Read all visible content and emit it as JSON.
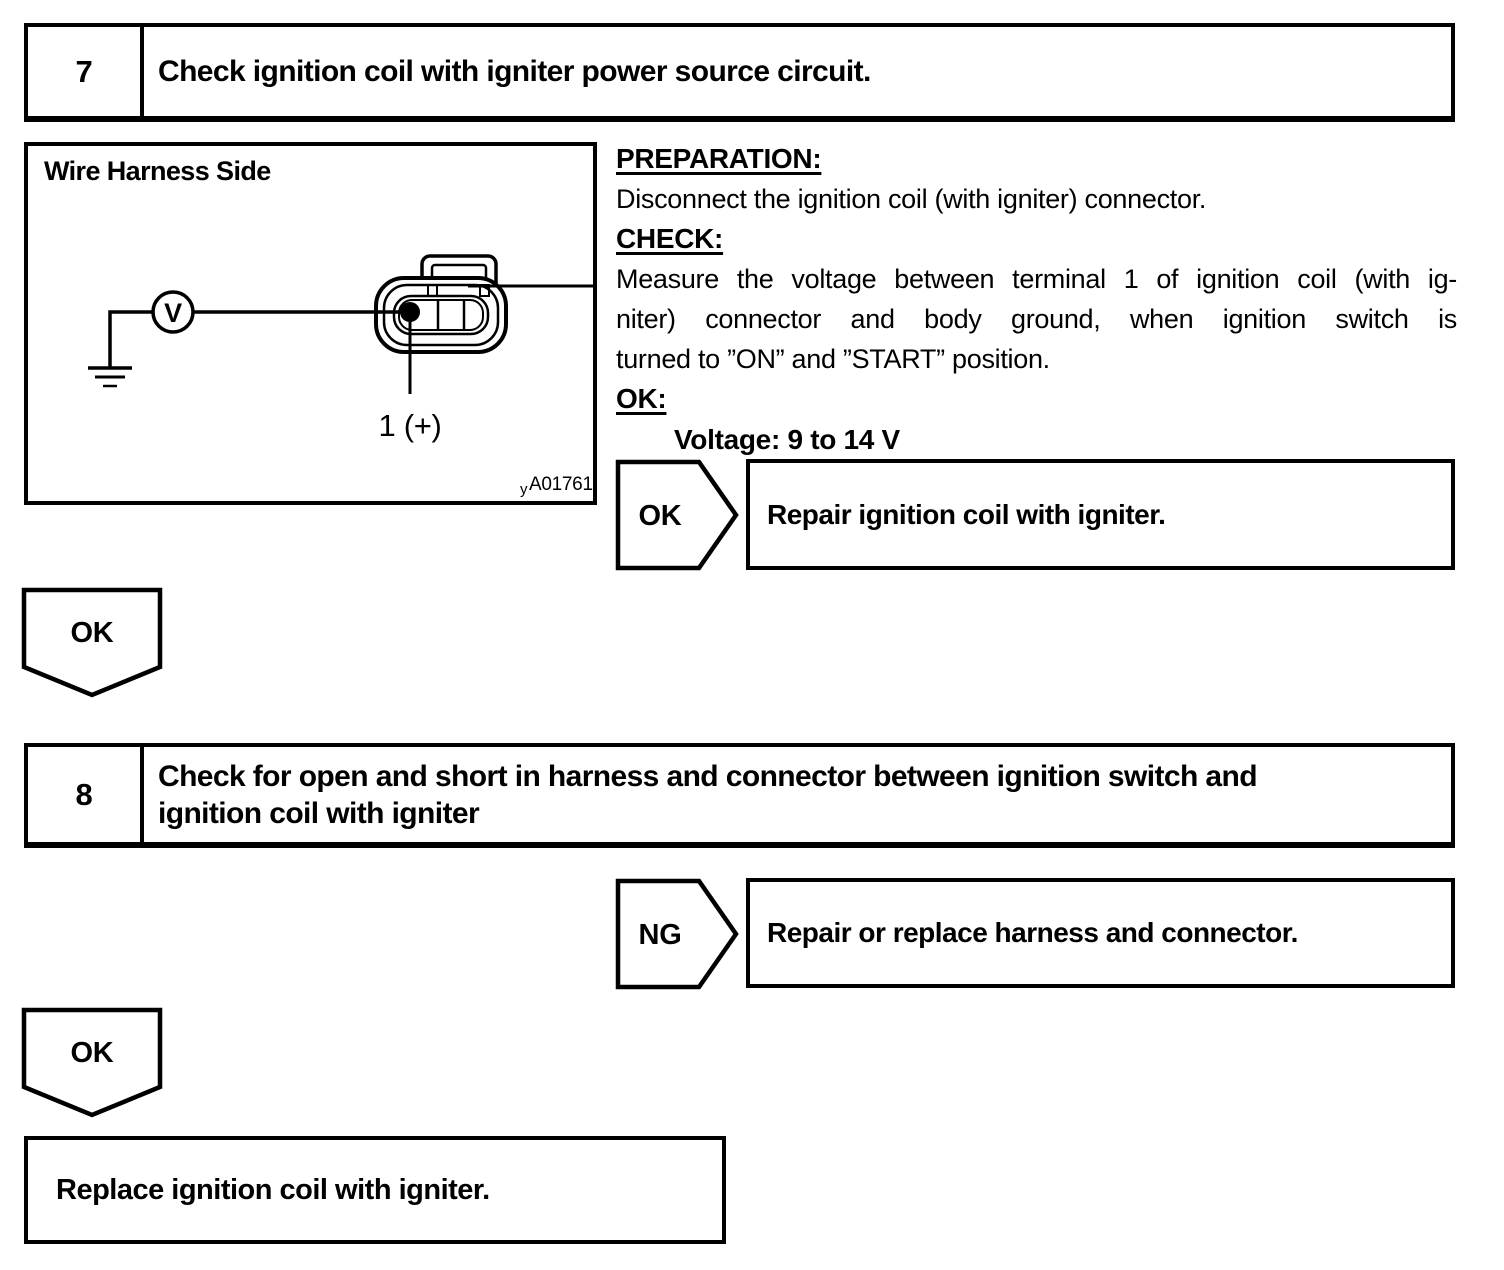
{
  "colors": {
    "ink": "#000000",
    "paper": "#ffffff"
  },
  "step7": {
    "number": "7",
    "title": "Check ignition coil with igniter power source circuit."
  },
  "diagram": {
    "title": "Wire Harness Side",
    "voltmeter_label": "V",
    "terminal_label": "1 (+)",
    "figure_code_prefix": "y",
    "figure_code": "A01761"
  },
  "instructions": {
    "preparation_heading": "PREPARATION:",
    "preparation_text": "Disconnect the ignition coil (with igniter) connector.",
    "check_heading": "CHECK:",
    "check_lines": [
      "Measure the voltage between terminal 1 of ignition coil (with ig-",
      "niter) connector and body ground, when ignition switch is",
      "turned to ”ON” and ”START” position."
    ],
    "ok_heading": "OK:",
    "ok_spec": "Voltage: 9 to 14 V"
  },
  "flow": {
    "step7_branch": {
      "label": "OK",
      "action": "Repair ignition coil with igniter."
    },
    "step7_continue": {
      "label": "OK"
    },
    "step8": {
      "number": "8",
      "title_lines": [
        "Check for open and short in harness and connector between ignition switch and",
        "ignition coil with igniter"
      ]
    },
    "step8_branch": {
      "label": "NG",
      "action": "Repair or replace harness and connector."
    },
    "step8_continue": {
      "label": "OK"
    },
    "final_action": "Replace ignition coil with igniter."
  }
}
